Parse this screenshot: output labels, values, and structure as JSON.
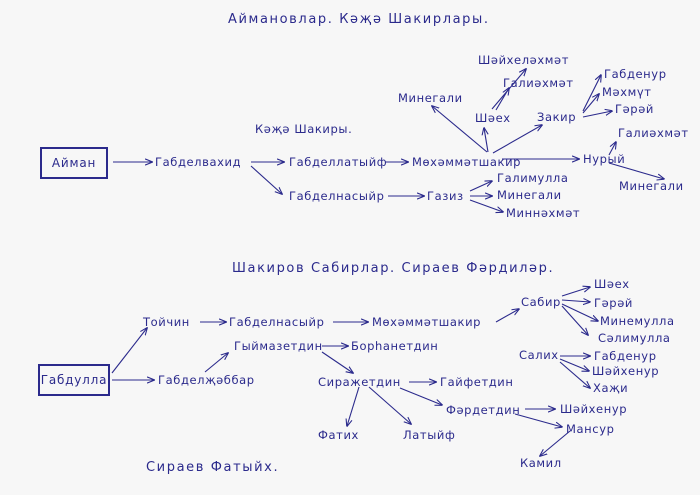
{
  "titles": {
    "main": "Аймановлар. Кәҗә Шакирлары.",
    "kaja": "Кәҗә Шакиры.",
    "section2": "Шакиров Сабирлар. Сираев Фәрдиләр.",
    "footer": "Сираев Фатыйх."
  },
  "nodes": {
    "ayman": "Айман",
    "gabdelvakhid": "Габделвахид",
    "gabdellatyif": "Габделлатыйф",
    "gabdelnasyir1": "Габделнасыйр",
    "gaziz": "Газиз",
    "galimulla": "Галимулла",
    "minegali2": "Минегали",
    "minnahmat": "Миннәхмәт",
    "mohammatshakir1": "Мөхәммәтшакир",
    "minegali1": "Минегали",
    "shayhelahmat": "Шәйхеләхмәт",
    "galiahmat1": "Галиәхмәт",
    "shaeh1": "Шәех",
    "zakir": "Закир",
    "gabdenur1": "Габденур",
    "mahmut": "Мәхмүт",
    "garay1": "Гәрәй",
    "nuryi": "Нурый",
    "galiahmat2": "Галиәхмәт",
    "minegali3": "Минегали",
    "gabdulla": "Габдулла",
    "toychin": "Тойчин",
    "gabdelnasyir2": "Габделнасыйр",
    "mohammatshakir2": "Мөхәммәтшакир",
    "sabir": "Сабир",
    "shaeh2": "Шәех",
    "garay2": "Гәрәй",
    "minemulla": "Минемулла",
    "salimulla": "Сәлимулла",
    "salih": "Салих",
    "gabdenur2": "Габденур",
    "shayhenur1": "Шәйхенур",
    "hadzhi": "Хаҗи",
    "gyimazetdin": "Гыймазетдин",
    "borhanetdin": "Борһанетдин",
    "gabdeljabbar": "Габделҗәббар",
    "sirajetdin": "Сиражетдин",
    "gayfetdin": "Гайфетдин",
    "fatih": "Фатих",
    "latyif": "Латыйф",
    "fardetdin": "Фәрдетдин",
    "shayhenur2": "Шәйхенур",
    "mansur": "Мансур",
    "kamil": "Камил"
  }
}
